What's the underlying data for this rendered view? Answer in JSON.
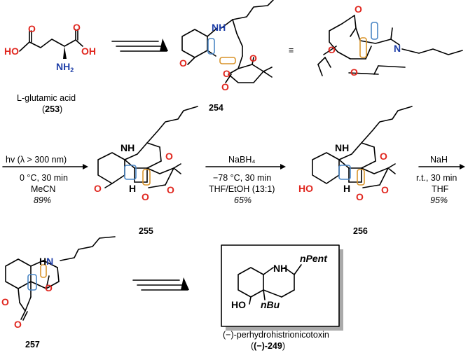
{
  "compounds": {
    "c253": {
      "name": "L-glutamic acid",
      "number": "253"
    },
    "c254": {
      "number": "254"
    },
    "c255": {
      "number": "255"
    },
    "c256": {
      "number": "256"
    },
    "c257": {
      "number": "257"
    },
    "c249": {
      "name": "(−)-perhydrohistrionicotoxin",
      "number": "(−)-249"
    }
  },
  "equiv_symbol": "≡",
  "atoms": {
    "HO": "HO",
    "OH": "OH",
    "NH2": "NH",
    "NH2_sub": "2",
    "O": "O",
    "N": "N",
    "NH": "NH",
    "H": "H",
    "nPent": "nPent",
    "nBu": "nBu"
  },
  "steps": {
    "step1": {
      "above": "hv (λ > 300 nm)",
      "below": [
        "0 °C, 30 min",
        "MeCN"
      ],
      "yield": "89%"
    },
    "step2": {
      "above": "NaBH₄",
      "below": [
        "−78 °C, 30 min",
        "THF/EtOH (13:1)"
      ],
      "yield": "65%"
    },
    "step3": {
      "above": "NaH",
      "below": [
        "r.t., 30 min",
        "THF"
      ],
      "yield": "95%"
    }
  },
  "colors": {
    "red": "#e0261e",
    "blue": "#1f3fa8",
    "highlight_blue": "#4a86c5",
    "highlight_orange": "#d9942a",
    "box_shadow": "#aaaaaa"
  }
}
